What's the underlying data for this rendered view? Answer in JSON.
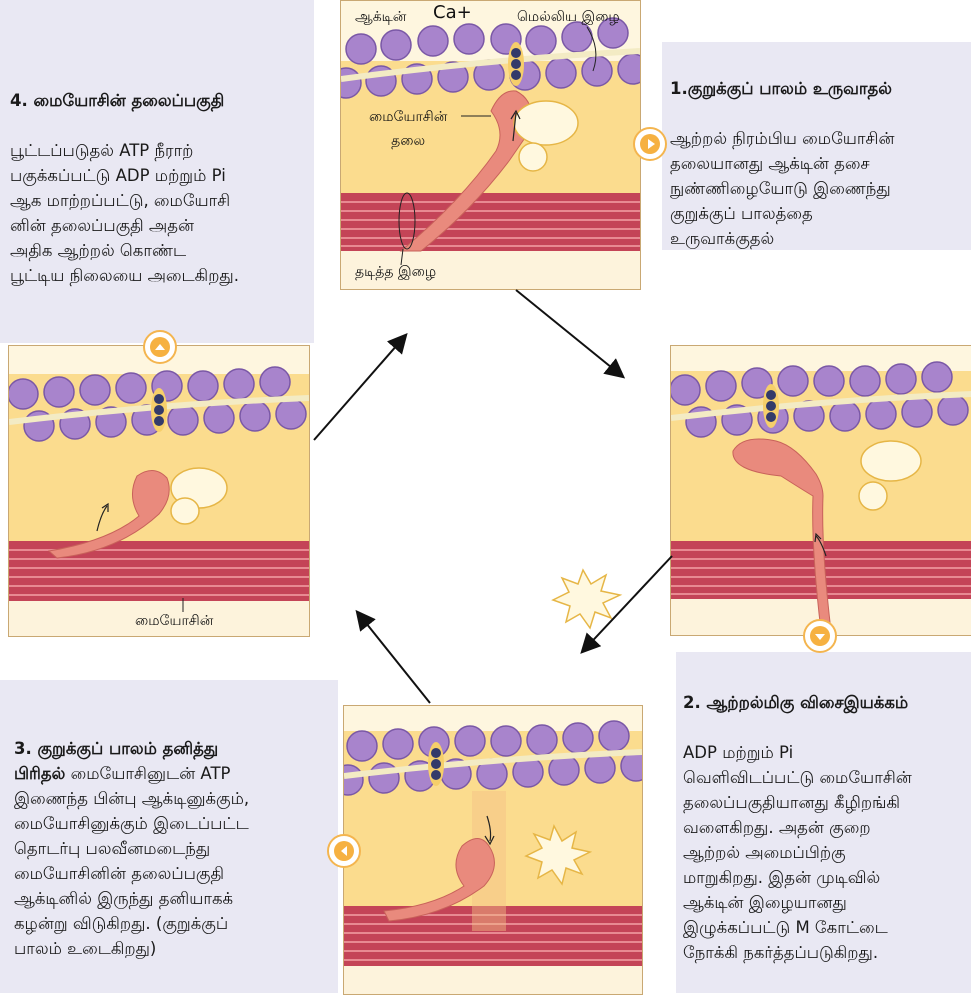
{
  "labels": {
    "actin": "ஆக்டின்",
    "calcium": "Ca+",
    "thin_filament": "மெல்லிய இழை",
    "myosin_head": "மையோசின்\nதலை",
    "thick_filament": "தடித்த இழை",
    "myosin": "மையோசின்"
  },
  "steps": {
    "step1": {
      "title": "1.குறுக்குப் பாலம் உருவாதல்",
      "body": "ஆற்றல் நிரம்பிய மையோசின்\nதலையானது ஆக்டின் தசை\nநுண்ணிழையோடு இணைந்து\nகுறுக்குப் பாலத்தை\nஉருவாக்குதல்"
    },
    "step2": {
      "title": "2. ஆற்றல்மிகு விசைஇயக்கம்",
      "body": "ADP மற்றும் Pi\nவெளிவிடப்பட்டு மையோசின்\nதலைப்பகுதியானது கீழிறங்கி\nவளைகிறது. அதன் குறை\nஆற்றல் அமைப்பிற்கு\nமாறுகிறது. இதன் முடிவில்\nஆக்டின் இழையானது\nஇழுக்கப்பட்டு M கோட்டை\nநோக்கி நகர்த்தப்படுகிறது."
    },
    "step3": {
      "title": "3. குறுக்குப் பாலம் தனித்து\nபிரிதல்",
      "body": " மையோசினுடன் ATP\nஇணைந்த பின்பு ஆக்டினுக்கும்,\nமையோசினுக்கும் இடைப்பட்ட\nதொடர்பு பலவீனமடைந்து\nமையோசினின் தலைப்பகுதி\nஆக்டினில் இருந்து தனியாகக்\nகழன்று விடுகிறது. (குறுக்குப்\nபாலம் உடைகிறது)"
    },
    "step4": {
      "title": "4. மையோசின் தலைப்பகுதி",
      "body": "பூட்டப்படுதல் ATP நீராற்\nபகுக்கப்பட்டு ADP மற்றும் Pi\nஆக மாற்றப்பட்டு, மையோசி\nனின் தலைப்பகுதி அதன்\nஅதிக ஆற்றல் கொண்ட\nபூட்டிய நிலையை அடைகிறது."
    }
  },
  "colors": {
    "panel_bg": "#fbdc8e",
    "actin_bead": "#a884cc",
    "myosin_head": "#e98a7d",
    "thick_filament": "#c9485a",
    "text_box_bg": "#e9e8f3",
    "nav_circle": "#f6b141"
  },
  "icons": [
    "play-right-icon",
    "chevron-up-icon",
    "chevron-down-icon",
    "chevron-left-icon",
    "energy-burst-icon"
  ]
}
